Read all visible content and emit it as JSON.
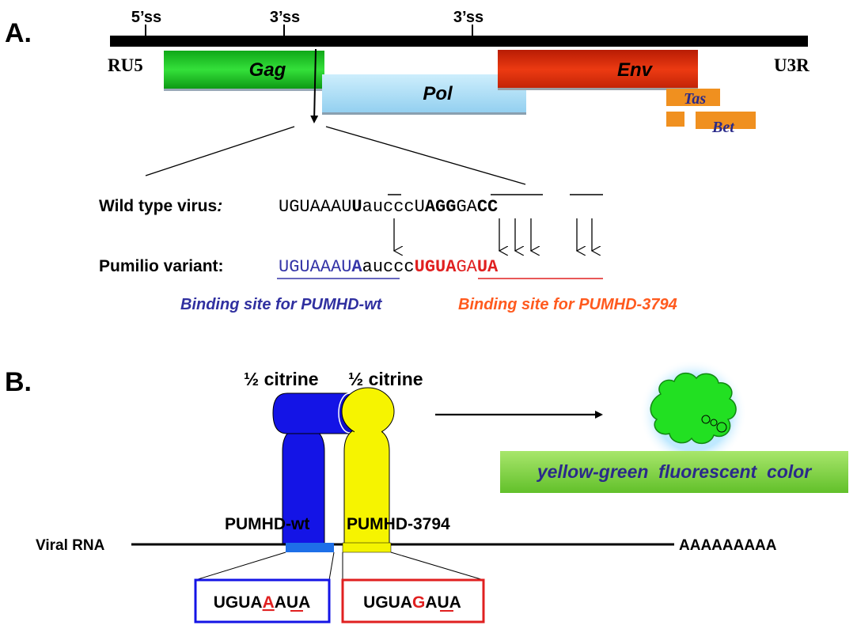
{
  "panel_a": {
    "label": "A.",
    "splice_sites": [
      "5’ss",
      "3’ss",
      "3’ss"
    ],
    "ltr_left": "RU5",
    "ltr_right": "U3R",
    "genes": {
      "gag": "Gag",
      "pol": "Pol",
      "env": "Env",
      "tas": "Tas",
      "bet": "Bet"
    },
    "wild_type": {
      "label": "Wild type virus",
      "label_suffix": ":",
      "segments": [
        "UGUAAAU",
        "U",
        "auccc",
        "U",
        "AGG",
        "GA",
        "CC"
      ]
    },
    "variant": {
      "label": "Pumilio variant:",
      "segments": [
        "UGUAAAU",
        "A",
        "auccc",
        "UGUA",
        "GA",
        "UA"
      ]
    },
    "binding_wt": "Binding site for PUMHD-wt",
    "binding_3794": "Binding site for PUMHD-3794"
  },
  "panel_b": {
    "label": "B.",
    "half_citrine_left": "½ citrine",
    "half_citrine_right": "½ citrine",
    "protein_wt": "PUMHD-wt",
    "protein_3794": "PUMHD-3794",
    "viral_rna": "Viral RNA",
    "poly_a": "AAAAAAAAA",
    "fluorescent": "yellow-green  fluorescent  color",
    "box_wt": [
      "UGUA",
      "A",
      "AUA"
    ],
    "box_3794": [
      "UGUA",
      "G",
      "AUA"
    ]
  },
  "colors": {
    "gag": "#22c52a",
    "pol": "#a9dcf6",
    "env": "#e2300d",
    "accessory": "#f0901f",
    "blue_protein": "#1010e0",
    "yellow_protein": "#f4f400",
    "red_text": "#e02020",
    "blue_text": "#3030a0",
    "orange_text": "#ff5a1e",
    "green_blob": "#22e022",
    "fluor_box": "#7cd43c"
  }
}
